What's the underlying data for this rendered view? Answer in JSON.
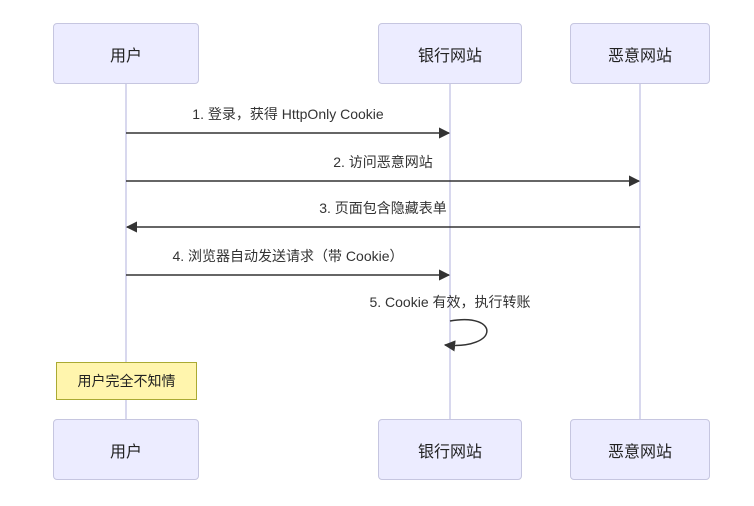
{
  "diagram": {
    "type": "sequence-diagram",
    "background_color": "#ffffff",
    "colors": {
      "actor_fill": "#ECECFF",
      "actor_border": "#c6c6e0",
      "lifeline": "#d8d8ee",
      "message_line": "#333333",
      "message_text": "#333333",
      "note_fill": "#fff5ad",
      "note_border": "#aaaa33"
    },
    "actors": [
      {
        "id": "user",
        "label": "用户"
      },
      {
        "id": "bank",
        "label": "银行网站"
      },
      {
        "id": "evil",
        "label": "恶意网站"
      }
    ],
    "messages": [
      {
        "seq": 1,
        "label": "1. 登录，获得 HttpOnly Cookie",
        "from": "用户",
        "to": "银行网站",
        "direction": "right",
        "line_style": "solid"
      },
      {
        "seq": 2,
        "label": "2. 访问恶意网站",
        "from": "用户",
        "to": "恶意网站",
        "direction": "right",
        "line_style": "solid"
      },
      {
        "seq": 3,
        "label": "3. 页面包含隐藏表单",
        "from": "恶意网站",
        "to": "用户",
        "direction": "left",
        "line_style": "solid"
      },
      {
        "seq": 4,
        "label": "4. 浏览器自动发送请求（带 Cookie）",
        "from": "用户",
        "to": "银行网站",
        "direction": "right",
        "line_style": "solid"
      },
      {
        "seq": 5,
        "label": "5. Cookie 有效，执行转账",
        "from": "银行网站",
        "to": "银行网站",
        "direction": "self",
        "line_style": "solid"
      }
    ],
    "note": {
      "label": "用户完全不知情",
      "position": "over 用户"
    }
  }
}
